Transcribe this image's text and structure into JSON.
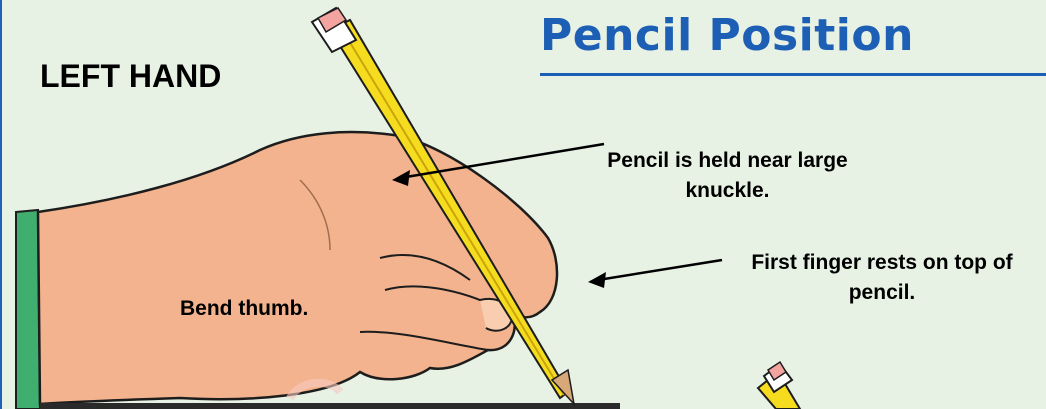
{
  "title": "Pencil Position",
  "hand_label": "LEFT HAND",
  "callouts": {
    "pencil_held": "Pencil is held near large knuckle.",
    "first_finger": "First finger rests on top of pencil.",
    "bend_thumb": "Bend thumb."
  },
  "colors": {
    "title_blue": "#1c5fb5",
    "background": "#e7f1e4",
    "skin": "#f2b38e",
    "pencil_yellow": "#f6dc1e",
    "sleeve_green": "#3fae6e"
  }
}
